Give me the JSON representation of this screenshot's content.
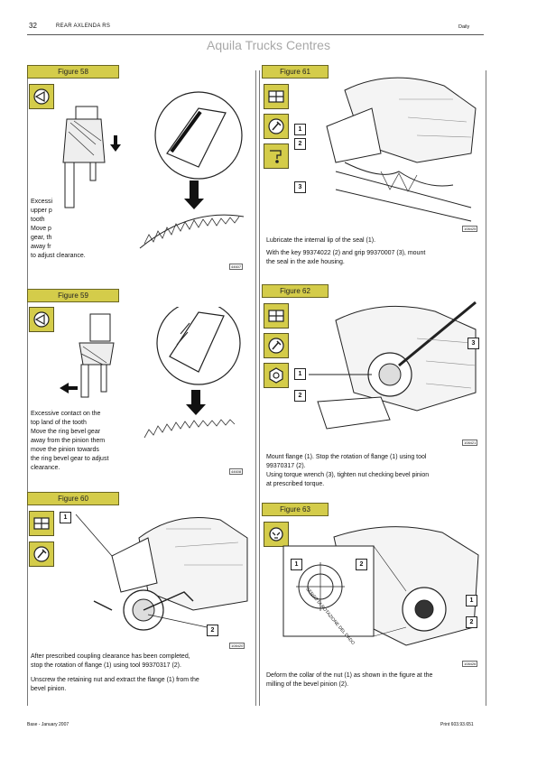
{
  "header": {
    "page_number": "32",
    "section": "REAR AXLENDA RS",
    "manual": "Daily",
    "watermark": "Aquila Trucks Centres"
  },
  "figures": {
    "fig58": {
      "label": "Figure 58",
      "code": "44607",
      "text_lines": [
        "Excessi",
        "upper p",
        "tooth",
        "Move p",
        "gear, th",
        "away fr",
        "to adjust clearance."
      ]
    },
    "fig59": {
      "label": "Figure 59",
      "code": "44608",
      "text_lines": [
        "Excessive contact on the",
        "top land of the tooth",
        "Move the ring bevel gear",
        "away from the pinion them",
        "move the pinion towards",
        "the ring bevel gear to adjust",
        "clearance."
      ]
    },
    "fig60": {
      "label": "Figure 60",
      "code": "108420",
      "callouts": [
        "1",
        "2"
      ],
      "text_lines": [
        "After prescribed coupling clearance has been completed,",
        "stop the rotation of flange (1) using tool 99370317 (2).",
        "",
        "Unscrew the retaining nut and extract the flange (1) from the",
        "bevel pinion."
      ]
    },
    "fig61": {
      "label": "Figure 61",
      "code": "108425",
      "callouts": [
        "1",
        "2",
        "3"
      ],
      "text_lines": [
        "Lubricate the internal lip of the seal (1).",
        "",
        "With the key 99374022 (2) and grip 99370007 (3), mount",
        "the seal in the axle housing."
      ]
    },
    "fig62": {
      "label": "Figure 62",
      "code": "108421",
      "callouts": [
        "1",
        "2",
        "3"
      ],
      "text_lines": [
        "Mount flange (1). Stop the rotation of flange (1) using tool",
        "99370317 (2).",
        "Using torque wrench (3), tighten nut checking bevel pinion",
        "at prescribed torque."
      ]
    },
    "fig63": {
      "label": "Figure 63",
      "code": "108426",
      "callouts": [
        "1",
        "2",
        "1",
        "2"
      ],
      "inset_text": "SENSO DI ROTAZIONE DEL DADO",
      "text_lines": [
        "Deform the collar of the nut (1) as shown in the figure at the",
        "milling of the bevel pinion (2)."
      ]
    }
  },
  "footer": {
    "left": "Base - January 2007",
    "right": "Print 603.93.651"
  }
}
